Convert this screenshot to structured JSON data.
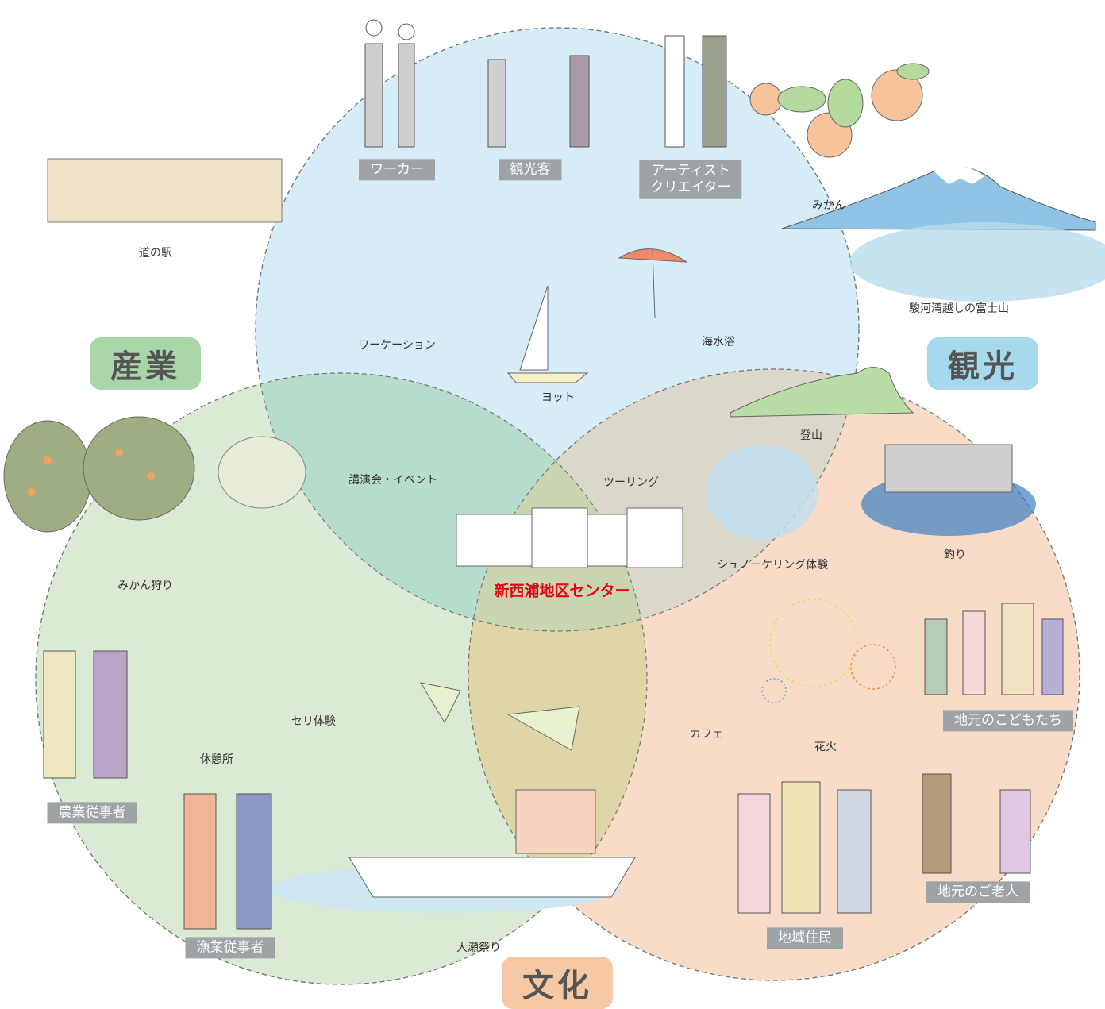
{
  "sectors": {
    "industry": {
      "label": "産業",
      "color": "#a9d6a8"
    },
    "tourism": {
      "label": "観光",
      "color": "#a6d9ee"
    },
    "culture": {
      "label": "文化",
      "color": "#f6c8a3"
    }
  },
  "center": {
    "label": "新西浦地区センター"
  },
  "people_tags": {
    "worker": "ワーカー",
    "tourist": "観光客",
    "artist_line1": "アーティスト",
    "artist_line2": "クリエイター",
    "farmer": "農業従事者",
    "fisher": "漁業従事者",
    "local_kids": "地元のこどもたち",
    "local_elderly": "地元のご老人",
    "residents": "地域住民"
  },
  "activities": {
    "michi_no_eki": "道の駅",
    "mikan": "みかん",
    "fuji": "駿河湾越しの富士山",
    "workation": "ワーケーション",
    "swimming": "海水浴",
    "yacht": "ヨット",
    "lecture": "講演会・イベント",
    "touring": "ツーリング",
    "hiking": "登山",
    "snorkeling": "シュノーケリング体験",
    "fishing": "釣り",
    "mikan_picking": "みかん狩り",
    "auction": "セリ体験",
    "rest_area": "休憩所",
    "cafe": "カフェ",
    "fireworks": "花火",
    "festival": "大瀬祭り"
  }
}
